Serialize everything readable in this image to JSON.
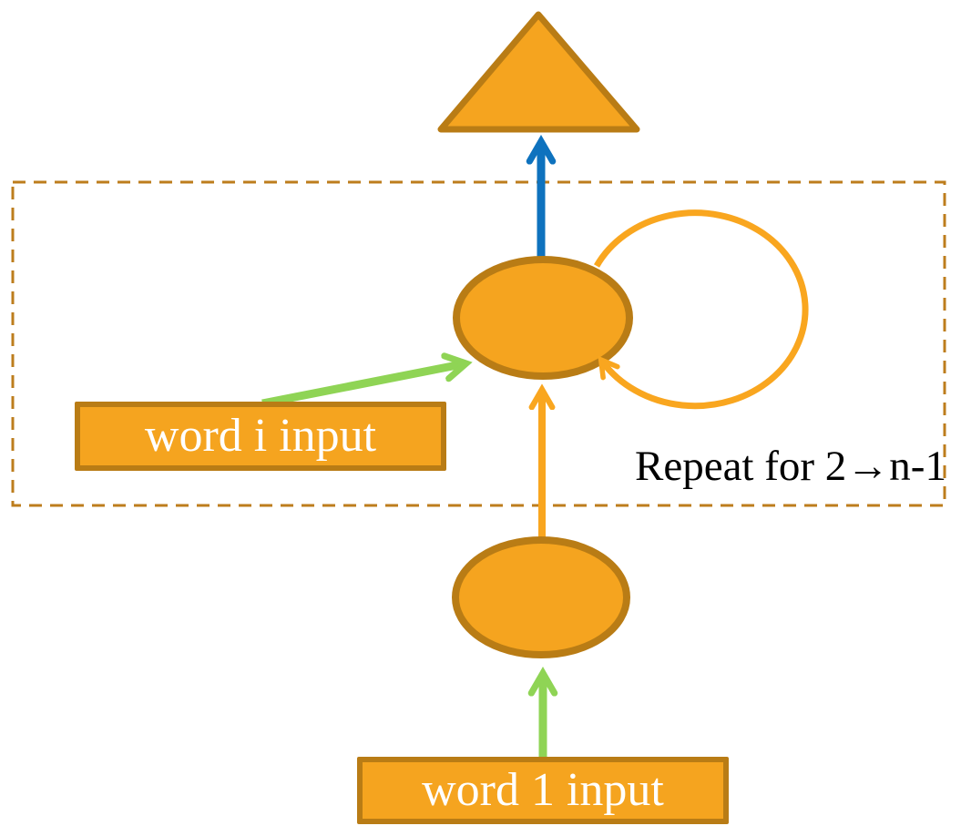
{
  "diagram": {
    "labels": {
      "word_i_input": "word i input",
      "word_1_input": "word 1 input",
      "repeat_note": "Repeat for 2→n-1"
    },
    "nodes": {
      "output": "output-triangle",
      "recurrent_state": "recurrent-node-ellipse",
      "first_state": "first-step-node-ellipse"
    },
    "colors": {
      "shape_fill": "#F5A41F",
      "shape_border": "#B97C15",
      "self_loop_orange": "#F9A61F",
      "input_arrow_green": "#8FD455",
      "output_arrow_blue": "#0E72BE",
      "dashed_region_border": "#BD7D1D",
      "box_text": "#FFFFFF",
      "note_text": "#000000"
    }
  }
}
